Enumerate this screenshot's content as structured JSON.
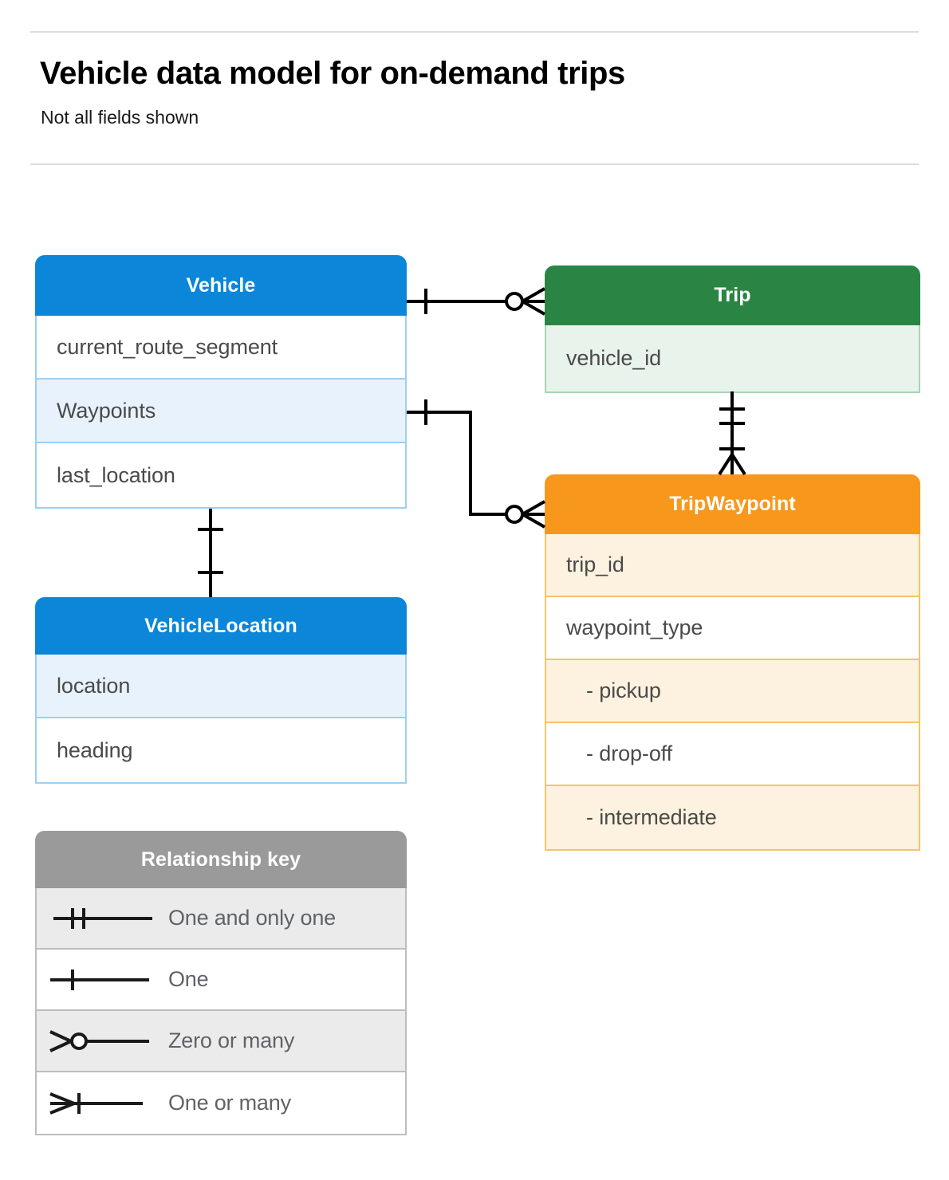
{
  "header": {
    "title": "Vehicle data model for on-demand trips",
    "subtitle": "Not all fields shown"
  },
  "entities": [
    {
      "id": "vehicle",
      "name": "Vehicle",
      "color": "#0b86d8",
      "fields": [
        {
          "label": "current_route_segment",
          "highlighted": false
        },
        {
          "label": "Waypoints",
          "highlighted": true
        },
        {
          "label": "last_location",
          "highlighted": false
        }
      ]
    },
    {
      "id": "trip",
      "name": "Trip",
      "color": "#2a8544",
      "fields": [
        {
          "label": "vehicle_id",
          "highlighted": true
        }
      ]
    },
    {
      "id": "vehicle-location",
      "name": "VehicleLocation",
      "color": "#0b86d8",
      "fields": [
        {
          "label": "location",
          "highlighted": true
        },
        {
          "label": "heading",
          "highlighted": false
        }
      ]
    },
    {
      "id": "trip-waypoint",
      "name": "TripWaypoint",
      "color": "#f7981d",
      "fields": [
        {
          "label": "trip_id",
          "highlighted": true
        },
        {
          "label": "waypoint_type",
          "highlighted": false
        },
        {
          "label": "- pickup",
          "highlighted": true,
          "sub": true
        },
        {
          "label": "- drop-off",
          "highlighted": false,
          "sub": true
        },
        {
          "label": "- intermediate",
          "highlighted": true,
          "sub": true
        }
      ]
    }
  ],
  "relationships": [
    {
      "id": "vehicle-trip",
      "from": "Vehicle",
      "to": "Trip",
      "from_cardinality": "One",
      "to_cardinality": "Zero or many"
    },
    {
      "id": "vehicle-waypoints-tripwaypoint",
      "from": "Vehicle.Waypoints",
      "to": "TripWaypoint",
      "from_cardinality": "One",
      "to_cardinality": "Zero or many"
    },
    {
      "id": "vehicle-vehiclelocation",
      "from": "Vehicle",
      "to": "VehicleLocation",
      "from_cardinality": "One",
      "to_cardinality": "One"
    },
    {
      "id": "trip-tripwaypoint",
      "from": "Trip",
      "to": "TripWaypoint",
      "from_cardinality": "One and only one",
      "to_cardinality": "One or many"
    }
  ],
  "legend": {
    "title": "Relationship key",
    "rows": [
      {
        "glyph": "one-and-only-one-icon",
        "label": "One and only one"
      },
      {
        "glyph": "one-icon",
        "label": "One"
      },
      {
        "glyph": "zero-or-many-icon",
        "label": "Zero or many"
      },
      {
        "glyph": "one-or-many-icon",
        "label": "One or many"
      }
    ]
  },
  "colors": {
    "blue": "#0b86d8",
    "green": "#2a8544",
    "orange": "#f7981d",
    "gray": "#9a9a9a",
    "blue_tint": "#e8f2fd",
    "green_tint": "#e8f3eb",
    "orange_tint": "#fdf2df"
  }
}
